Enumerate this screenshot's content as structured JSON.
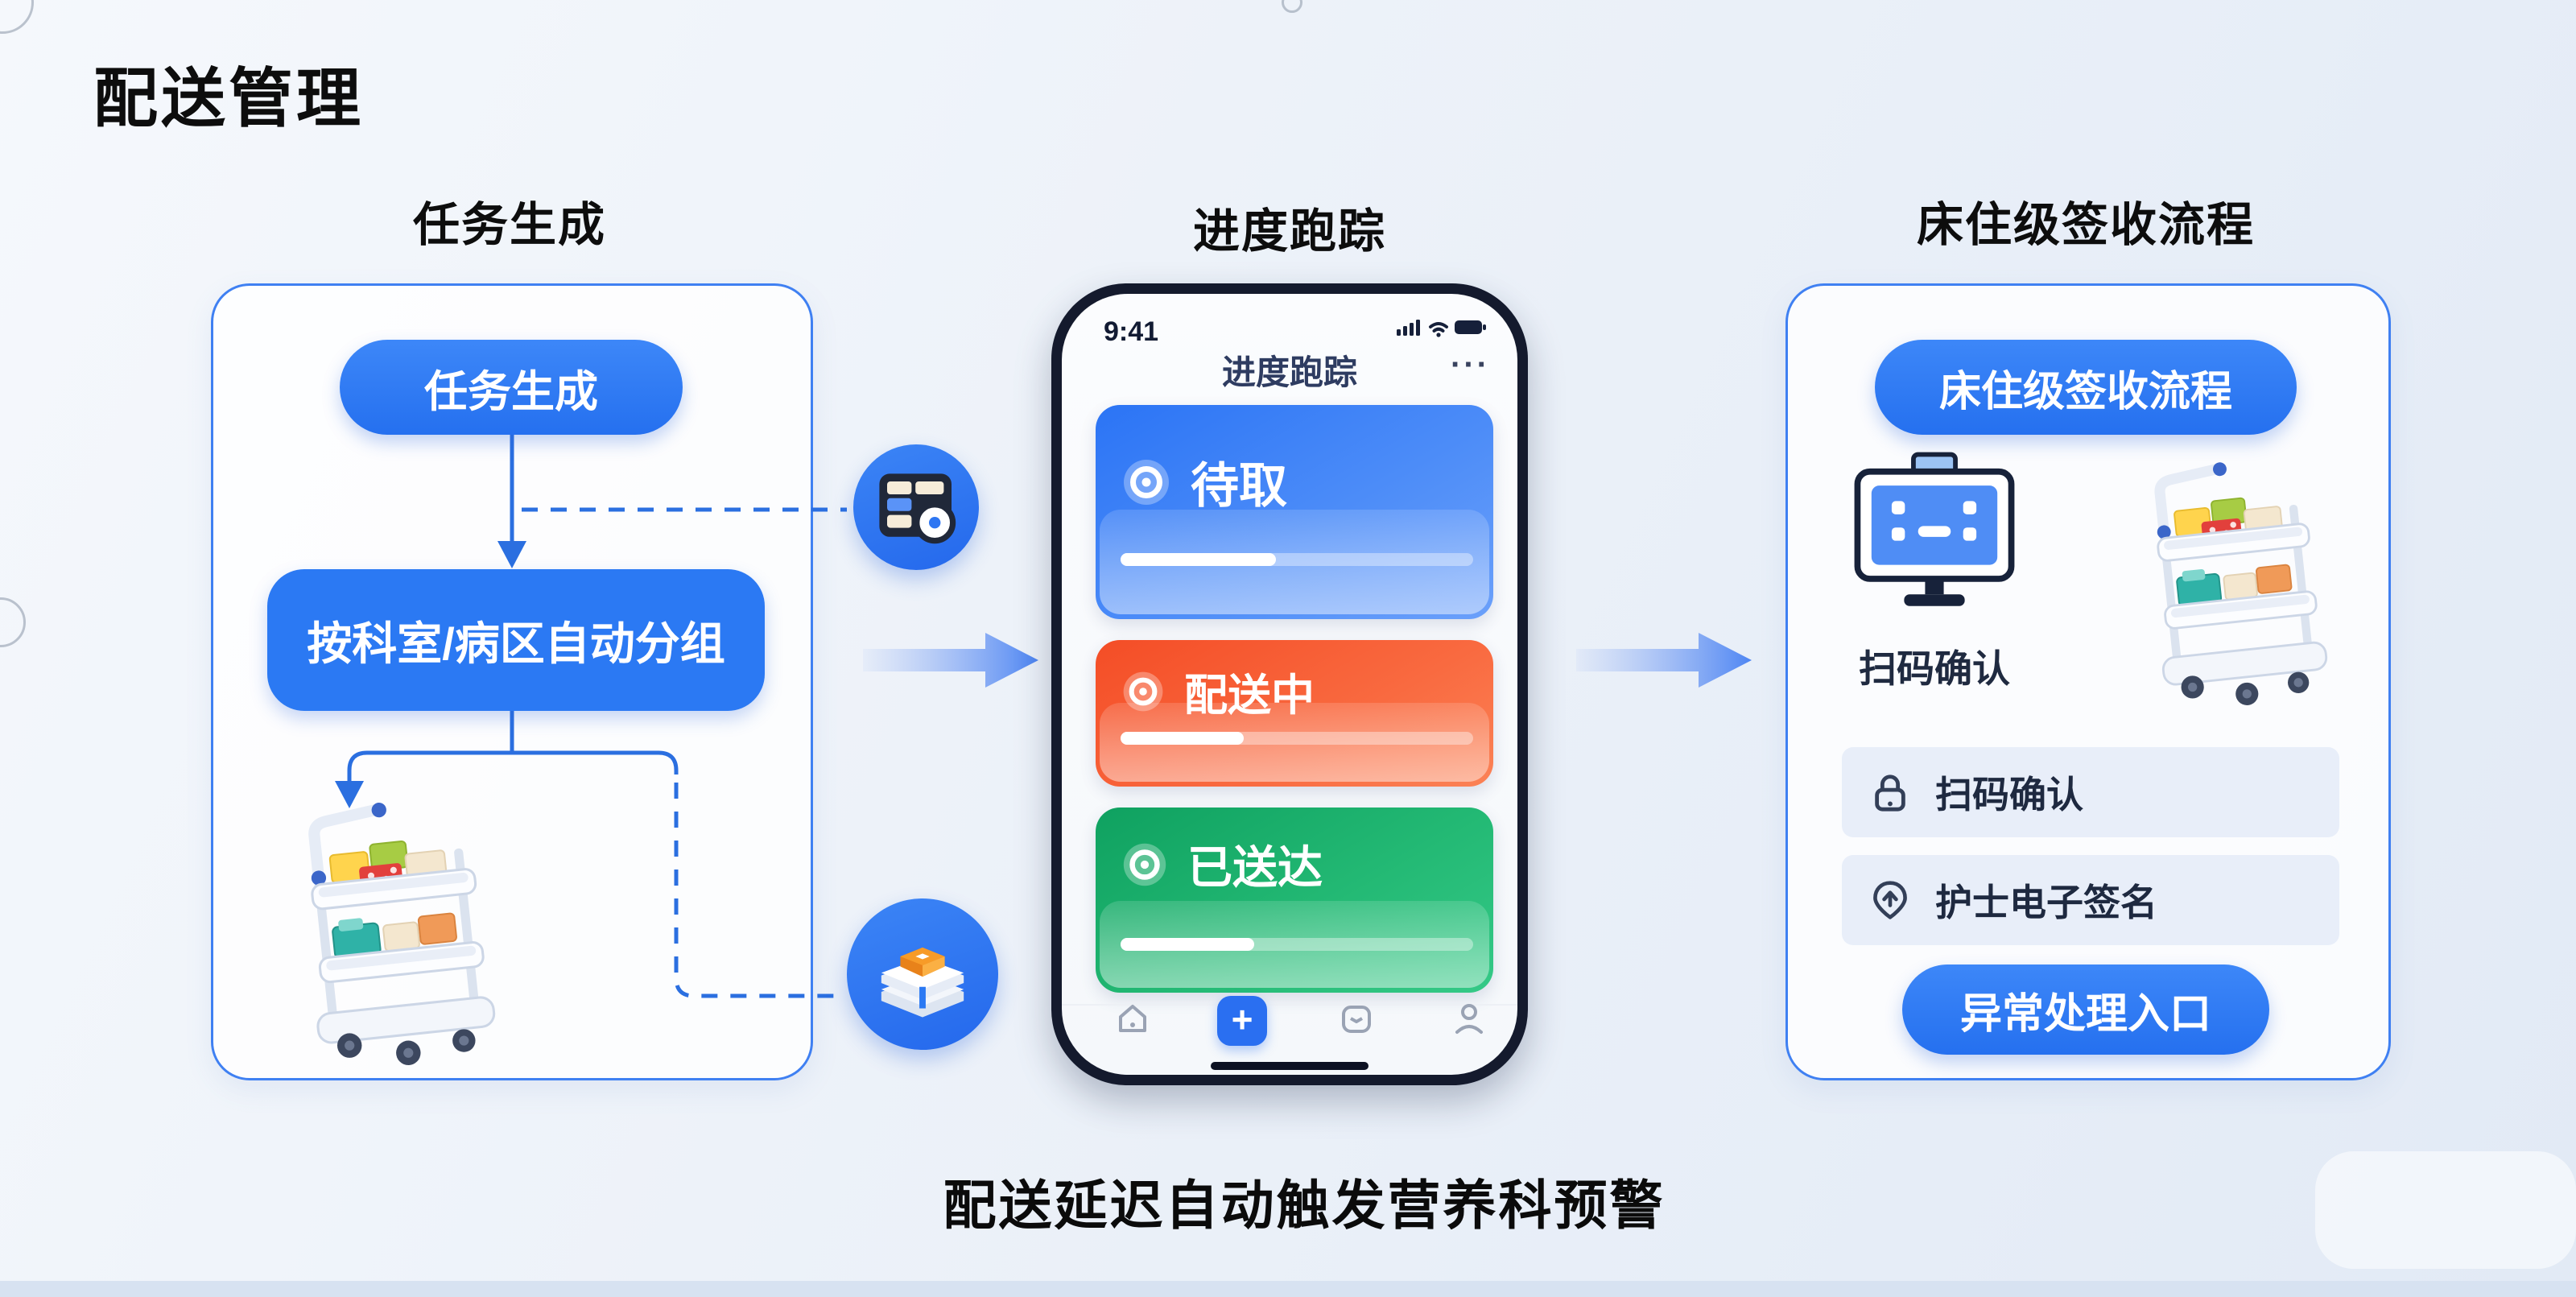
{
  "page": {
    "title": "配送管理",
    "caption": "配送延迟自动触发营养科预警"
  },
  "columns": {
    "left": "任务生成",
    "middle": "进度跑踪",
    "right": "床住级签收流程"
  },
  "flow": {
    "start_node": "任务生成",
    "group_node": "按科室/病区自动分组"
  },
  "phone": {
    "time": "9:41",
    "title": "进度跑踪",
    "menu": "···",
    "cards": [
      {
        "label": "待取",
        "progress": 44,
        "color": "#2e7bf6"
      },
      {
        "label": "配送中",
        "progress": 35,
        "color": "#f5512d"
      },
      {
        "label": "已送达",
        "progress": 38,
        "color": "#14a76a"
      }
    ]
  },
  "receipt": {
    "pill": "床住级签收流程",
    "scan_label": "扫码确认",
    "rows": [
      {
        "icon": "lock-icon",
        "label": "扫码确认"
      },
      {
        "icon": "pin-arrow-icon",
        "label": "护士电子签名"
      }
    ],
    "button": "异常处理入口"
  },
  "colors": {
    "accent": "#2b79f3",
    "flow_line": "#2e6fe0",
    "panel_border": "#3f80f2",
    "card_blue": "#2e7bf6",
    "card_orange": "#f5512d",
    "card_green": "#14a76a"
  }
}
